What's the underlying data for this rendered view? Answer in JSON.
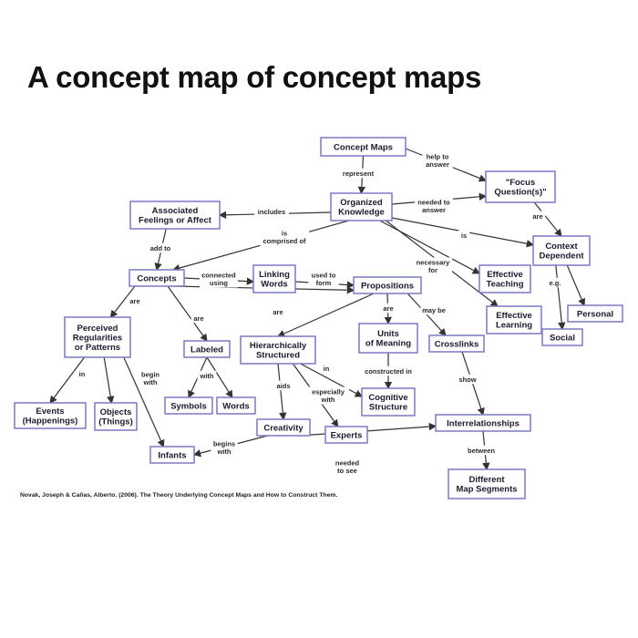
{
  "title": "A concept map of concept maps",
  "citation": "Novak, Joseph & Cañas, Alberto. (2006). The Theory Underlying Concept Maps and How to Construct Them.",
  "nodes": {
    "concept_maps": "Concept Maps",
    "focus_questions": "\"Focus\nQuestion(s)\"",
    "organized_knowledge": "Organized\nKnowledge",
    "associated_feelings": "Associated\nFeelings or Affect",
    "context_dependent": "Context\nDependent",
    "concepts": "Concepts",
    "linking_words": "Linking\nWords",
    "propositions": "Propositions",
    "effective_teaching": "Effective\nTeaching",
    "personal": "Personal",
    "effective_learning": "Effective\nLearning",
    "social": "Social",
    "perceived_regularities": "Perceived\nRegularities\nor Patterns",
    "labeled": "Labeled",
    "hierarchically_structured": "Hierarchically\nStructured",
    "units_of_meaning": "Units\nof Meaning",
    "crosslinks": "Crosslinks",
    "cognitive_structure": "Cognitive\nStructure",
    "events": "Events\n(Happenings)",
    "objects": "Objects\n(Things)",
    "symbols": "Symbols",
    "words": "Words",
    "creativity": "Creativity",
    "experts": "Experts",
    "interrelationships": "Interrelationships",
    "infants": "Infants",
    "different_map_segments": "Different\nMap Segments"
  },
  "links": {
    "represent": "represent",
    "help_to_answer": "help to\nanswer",
    "needed_to_answer": "needed to\nanswer",
    "includes": "includes",
    "are_focus": "are",
    "is_context": "is",
    "is_comprised_of": "is\ncomprised of",
    "add_to": "add to",
    "necessary_for": "necessary\nfor",
    "eg": "e.g.",
    "connected_using": "connected\nusing",
    "used_to_form": "used to\nform",
    "are_concepts": "are",
    "are_labeled": "are",
    "are_hier": "are",
    "are_units": "are",
    "may_be": "may be",
    "in_events": "in",
    "begin_with": "begin\nwith",
    "with_symbols": "with",
    "in_cognitive": "in",
    "constructed_in": "constructed in",
    "show": "show",
    "aids": "aids",
    "especially_with": "especially\nwith",
    "begins_with": "begins\nwith",
    "needed_to_see": "needed\nto see",
    "between": "between"
  }
}
